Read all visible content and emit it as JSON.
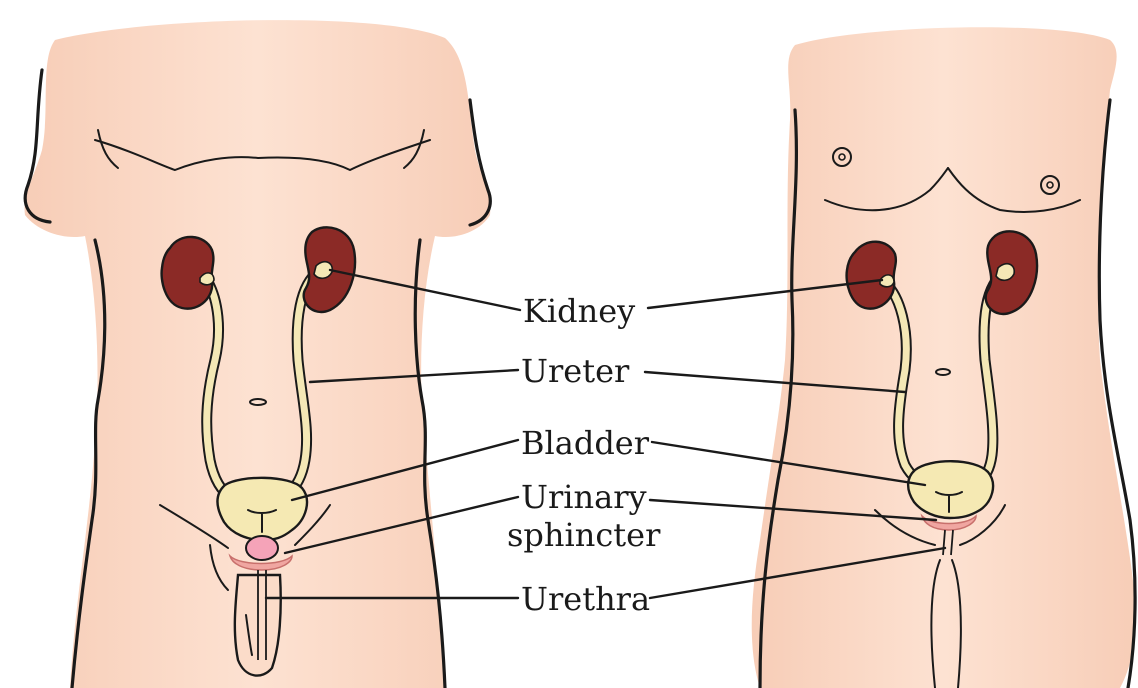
{
  "labels": {
    "kidney": "Kidney",
    "ureter": "Ureter",
    "bladder": "Bladder",
    "urinary_sphincter_line1": "Urinary",
    "urinary_sphincter_line2": "sphincter",
    "urethra": "Urethra"
  },
  "colors": {
    "skin": "#fbdcc9",
    "outline": "#1a1a1a",
    "kidney": "#8b2a26",
    "ureter": "#f4e8b6",
    "bladder": "#f5e9b3",
    "sphincter": "#f0a6a1",
    "prostate": "#f5a3b8"
  }
}
